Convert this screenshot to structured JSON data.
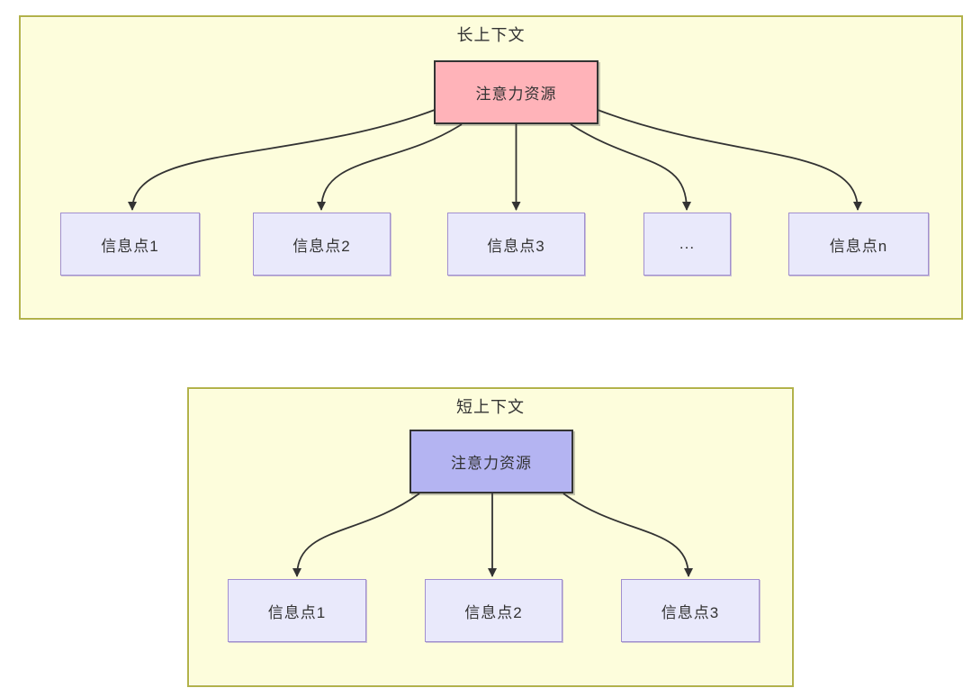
{
  "colors": {
    "container_fill": "#fdfddc",
    "container_border": "#b2b24a",
    "long_root_fill": "#ffb3b9",
    "short_root_fill": "#b4b4f2",
    "node_fill": "#e9e9fb",
    "node_border": "#a18fd0",
    "root_border": "#333333",
    "arrow": "#333333",
    "text": "#333333"
  },
  "long_context": {
    "title": "长上下文",
    "root_label": "注意力资源",
    "children": [
      "信息点1",
      "信息点2",
      "信息点3",
      "...",
      "信息点n"
    ]
  },
  "short_context": {
    "title": "短上下文",
    "root_label": "注意力资源",
    "children": [
      "信息点1",
      "信息点2",
      "信息点3"
    ]
  }
}
